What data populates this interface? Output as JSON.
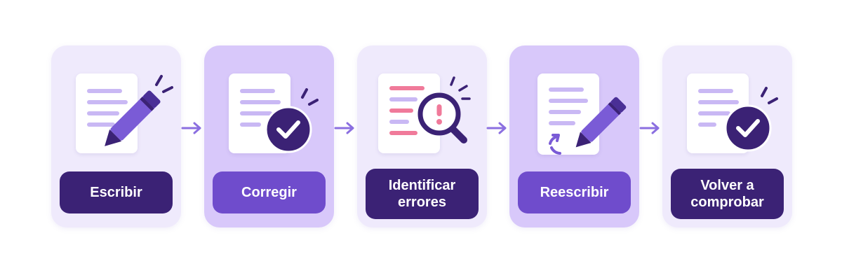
{
  "steps": [
    {
      "label": "Escribir",
      "icon": "document-pencil-icon"
    },
    {
      "label": "Corregir",
      "icon": "document-check-icon"
    },
    {
      "label_lines": [
        "Identificar",
        "errores"
      ],
      "icon": "document-magnifier-alert-icon"
    },
    {
      "label": "Reescribir",
      "icon": "document-rewrite-icon"
    },
    {
      "label_lines": [
        "Volver a",
        "comprobar"
      ],
      "icon": "document-check-icon"
    }
  ],
  "colors": {
    "card_light": "#efeafc",
    "card_strong": "#d8c8fa",
    "button_dark": "#3b2275",
    "button_bright": "#6f4ccc",
    "accent_purple": "#7a5bd6",
    "error_pink": "#f07a9a",
    "arrow": "#8b6fe0"
  }
}
